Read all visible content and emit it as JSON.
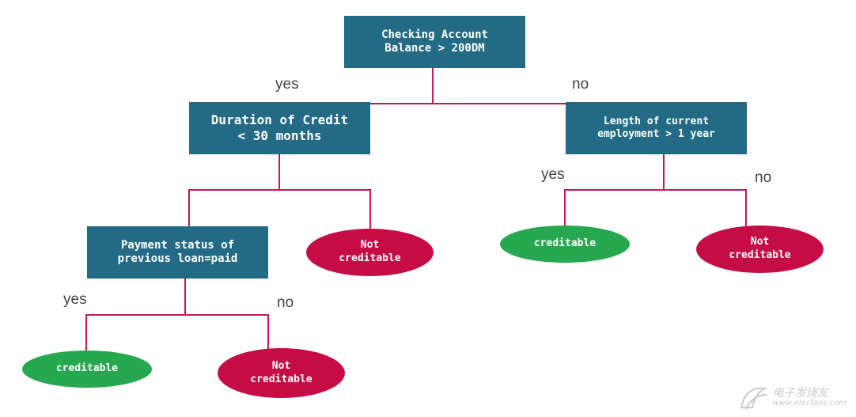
{
  "nodes": {
    "root": {
      "lines": [
        "Checking Account",
        "Balance > 200DM"
      ]
    },
    "duration": {
      "lines": [
        "Duration of Credit",
        "< 30 months"
      ]
    },
    "employment": {
      "lines": [
        "Length of current",
        "employment > 1 year"
      ]
    },
    "payment": {
      "lines": [
        "Payment status of",
        "previous loan=paid"
      ]
    }
  },
  "leaves": {
    "not_creditable_mid": {
      "lines": [
        "Not",
        "creditable"
      ],
      "class": "not creditable",
      "color": "#c60c44"
    },
    "creditable_right": {
      "lines": [
        "creditable"
      ],
      "class": "creditable",
      "color": "#27a74f"
    },
    "not_creditable_right": {
      "lines": [
        "Not",
        "creditable"
      ],
      "class": "not creditable",
      "color": "#c60c44"
    },
    "creditable_bottom": {
      "lines": [
        "creditable"
      ],
      "class": "creditable",
      "color": "#27a74f"
    },
    "not_creditable_bottom": {
      "lines": [
        "Not",
        "creditable"
      ],
      "class": "not creditable",
      "color": "#c60c44"
    }
  },
  "edge_labels": {
    "root_yes": "yes",
    "root_no": "no",
    "employment_yes": "yes",
    "employment_no": "no",
    "payment_yes": "yes",
    "payment_no": "no"
  },
  "colors": {
    "decision_box": "#236a85",
    "connector": "#c8194f",
    "creditable": "#27a74f",
    "not_creditable": "#c60c44"
  },
  "watermark": {
    "title": "电子发烧友",
    "url": "www.elecfans.com"
  }
}
